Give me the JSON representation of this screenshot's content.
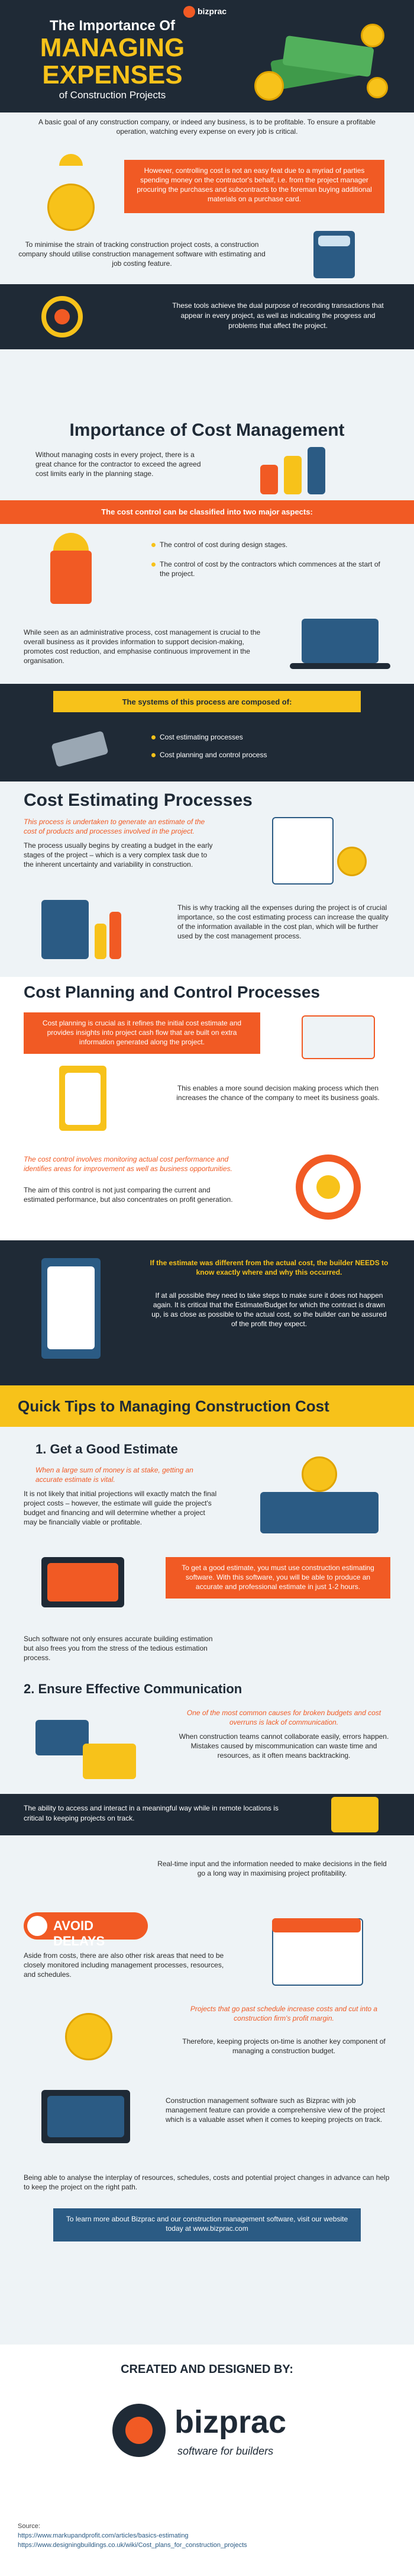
{
  "brand": {
    "name": "bizprac",
    "tagline": "software for builders"
  },
  "hero": {
    "line1": "The Importance Of",
    "line2": "MANAGING",
    "line3": "EXPENSES",
    "line4": "of Construction Projects",
    "intro": "A basic goal of any construction company, or indeed any business, is to be profitable. To ensure a profitable operation, watching every expense on every job is critical."
  },
  "s1": {
    "orange": "However, controlling cost is not an easy feat due to a myriad of parties spending money on the contractor's behalf, i.e. from the project manager procuring the purchases and subcontracts to the foreman buying additional materials on a purchase card.",
    "text": "To minimise the strain of tracking construction project costs, a construction company should utilise construction management software with estimating and job costing feature.",
    "tools": "These tools achieve the dual purpose of recording transactions that appear in every project, as well as indicating the progress and problems that affect the project."
  },
  "s2": {
    "title": "Importance of Cost Management",
    "p1": "Without managing costs in every project, there is a great chance for the contractor to exceed the agreed cost limits early in the planning stage.",
    "banner": "The cost control can be classified into two major aspects:",
    "b1": "The control of cost during design stages.",
    "b2": "The control of cost by the contractors which commences at the start of the project.",
    "p2": "While seen as an administrative process, cost management is crucial to the overall business as it provides information to support decision-making, promotes cost reduction, and emphasise continuous improvement in the organisation.",
    "systems": "The systems of this process are composed of:",
    "s_b1": "Cost estimating processes",
    "s_b2": "Cost planning and control process"
  },
  "s3": {
    "title": "Cost Estimating Processes",
    "lead": "This process is undertaken to generate an estimate of the cost of products and processes involved in the project.",
    "p1": "The process usually begins by creating a budget in the early stages of the project – which is a very complex task due to the inherent uncertainty and variability in construction.",
    "p2": "This is why tracking all the expenses during the project is of crucial importance, so the cost estimating process can increase the quality of the information available in the cost plan, which will be further used by the cost management process."
  },
  "s4": {
    "title": "Cost Planning and Control Processes",
    "orange": "Cost planning is crucial as it refines the initial cost estimate and provides insights into project cash flow that are built on extra information generated along the project.",
    "p1": "This enables a more sound decision making process which then increases the chance of the company to meet its business goals.",
    "lead2": "The cost control involves monitoring actual cost performance and identifies areas for improvement as well as business opportunities.",
    "p2": "The aim of this control is not just comparing the current and estimated performance, but also concentrates on profit generation.",
    "blue1": "If the estimate was different from the actual cost, the builder NEEDS to know exactly where and why this occurred.",
    "blue2": "If at all possible they need to take steps to make sure it does not happen again. It is critical that the Estimate/Budget for which the contract is drawn up, is as close as possible to the actual cost, so the builder can be assured of the profit they expect."
  },
  "s5": {
    "title": "Quick Tips to Managing Construction Cost",
    "t1": "1. Get a Good Estimate",
    "t1_lead": "When a large sum of money is at stake, getting an accurate estimate is vital.",
    "t1_p1": "It is not likely that initial projections will exactly match the final project costs – however, the estimate will guide the project's budget and financing and will determine whether a project may be financially viable or profitable.",
    "t1_orange": "To get a good estimate, you must use construction estimating software. With this software, you will be able to produce an accurate and professional estimate in just 1-2 hours.",
    "t1_p2": "Such software not only ensures accurate building estimation but also frees you from the stress of the tedious estimation process.",
    "t2": "2. Ensure Effective Communication",
    "t2_lead": "One of the most common causes for broken budgets and cost overruns is lack of communication.",
    "t2_p1": "When construction teams cannot collaborate easily, errors happen. Mistakes caused by miscommunication can waste time and resources, as it often means backtracking.",
    "t2_dark": "The ability to access and interact in a meaningful way while in remote locations is critical to keeping projects on track.",
    "t2_p2": "Real-time input and the information needed to make decisions in the field go a long way in maximising project profitability.",
    "avoid": "AVOID DELAYS",
    "t3_p1": "Aside from costs, there are also other risk areas that need to be closely monitored including management processes, resources, and schedules.",
    "t3_lead": "Projects that go past schedule increase costs and cut into a construction firm's profit margin.",
    "t3_p2": "Therefore, keeping projects on-time is another key component of managing a construction budget.",
    "t3_p3": "Construction management software such as Bizprac with job management feature can provide a comprehensive view of the project which is a valuable asset when it comes to keeping projects on track.",
    "t3_p4": "Being able to analyse the interplay of resources, schedules, costs and potential project changes in advance can help to keep the project on the right path.",
    "cta": "To learn more about Bizprac and our construction management software, visit our website today at www.bizprac.com"
  },
  "footer": {
    "created": "CREATED AND DESIGNED BY:",
    "source_label": "Source:",
    "src1": "https://www.markupandprofit.com/articles/basics-estimating",
    "src2": "https://www.designingbuildings.co.uk/wiki/Cost_plans_for_construction_projects"
  },
  "colors": {
    "dark": "#1f2a36",
    "orange": "#f15a24",
    "yellow": "#f7c21a",
    "blue": "#2b5b84"
  }
}
